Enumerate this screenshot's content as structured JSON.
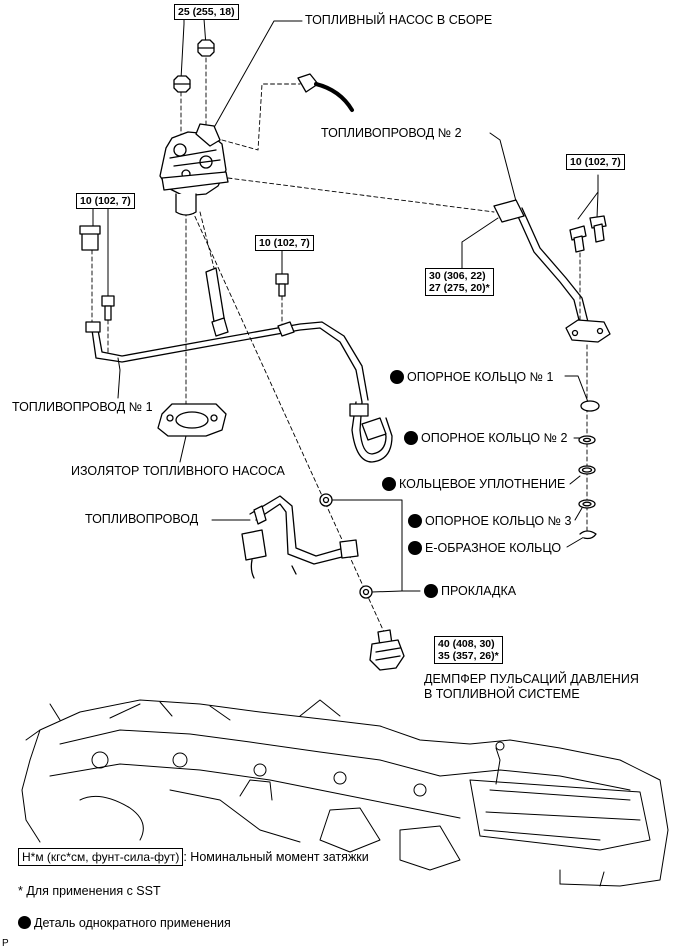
{
  "torque_values": {
    "pump_nuts": "25 (255, 18)",
    "pipe1_bolt": "10 (102, 7)",
    "pipe1_mid_bolt": "10 (102, 7)",
    "pipe2_bolts": "10 (102, 7)",
    "pipe2_union_line1": "30 (306, 22)",
    "pipe2_union_line2": "27 (275, 20)*",
    "damper_line1": "40 (408, 30)",
    "damper_line2": "35 (357, 26)*"
  },
  "labels": {
    "fuel_pump_assy": "ТОПЛИВНЫЙ НАСОС В СБОРЕ",
    "fuel_pipe_2": "ТОПЛИВОПРОВОД № 2",
    "fuel_pipe_1": "ТОПЛИВОПРОВОД № 1",
    "fuel_pump_insulator": "ИЗОЛЯТОР ТОПЛИВНОГО НАСОСА",
    "fuel_pipe": "ТОПЛИВОПРОВОД",
    "backup_ring_1": "ОПОРНОЕ КОЛЬЦО № 1",
    "backup_ring_2": "ОПОРНОЕ КОЛЬЦО № 2",
    "o_ring": "КОЛЬЦЕВОЕ УПЛОТНЕНИЕ",
    "backup_ring_3": "ОПОРНОЕ КОЛЬЦО № 3",
    "e_ring": "Е-ОБРАЗНОЕ КОЛЬЦО",
    "gasket": "ПРОКЛАДКА",
    "damper_line1": "ДЕМПФЕР ПУЛЬСАЦИЙ ДАВЛЕНИЯ",
    "damper_line2": "В ТОПЛИВНОЙ СИСТЕМЕ"
  },
  "legend": {
    "torque_unit": "Н*м (кгс*см, фунт-сила-фут)",
    "torque_desc": ": Номинальный момент затяжки",
    "sst_note": "* Для применения с SST",
    "non_reusable": "Деталь однократного применения"
  },
  "corner_mark": "P"
}
